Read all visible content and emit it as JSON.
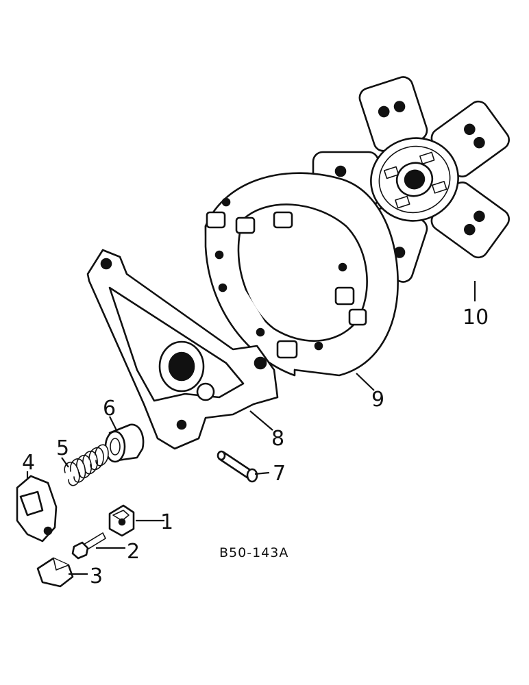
{
  "drawing_code": "B50-143A",
  "callouts": [
    "1",
    "2",
    "3",
    "4",
    "5",
    "6",
    "7",
    "8",
    "9",
    "10"
  ]
}
